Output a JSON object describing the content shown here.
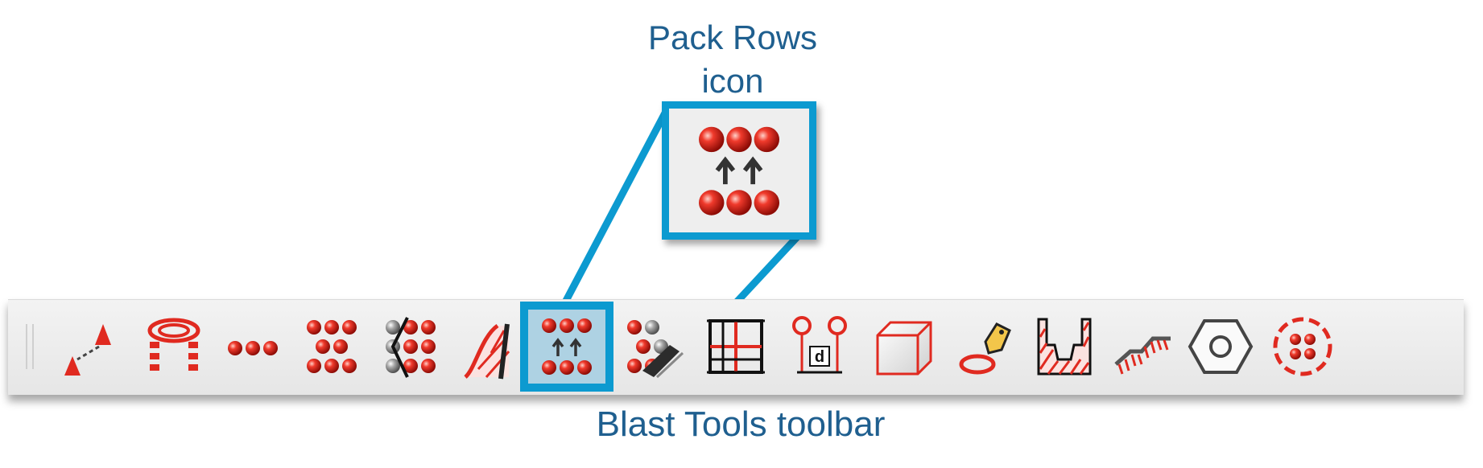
{
  "callout": {
    "title_line1": "Pack Rows",
    "title_line2": "icon"
  },
  "caption": "Blast Tools toolbar",
  "accent_color": "#0c9ad0",
  "text_color": "#1f5f8f",
  "toolbar": {
    "tools": [
      {
        "icon": "holes-connect-icon"
      },
      {
        "icon": "ring-design-icon"
      },
      {
        "icon": "hole-row-icon"
      },
      {
        "icon": "hole-pattern-icon"
      },
      {
        "icon": "pattern-boundary-icon"
      },
      {
        "icon": "blast-profile-icon"
      },
      {
        "icon": "pack-rows-icon",
        "selected": true
      },
      {
        "icon": "hole-edit-icon"
      },
      {
        "icon": "grid-icon"
      },
      {
        "icon": "hole-depth-icon"
      },
      {
        "icon": "box-icon"
      },
      {
        "icon": "tag-hole-icon"
      },
      {
        "icon": "pit-section-icon"
      },
      {
        "icon": "bench-slope-icon"
      },
      {
        "icon": "hexagon-icon"
      },
      {
        "icon": "ring-pattern-icon"
      }
    ]
  }
}
